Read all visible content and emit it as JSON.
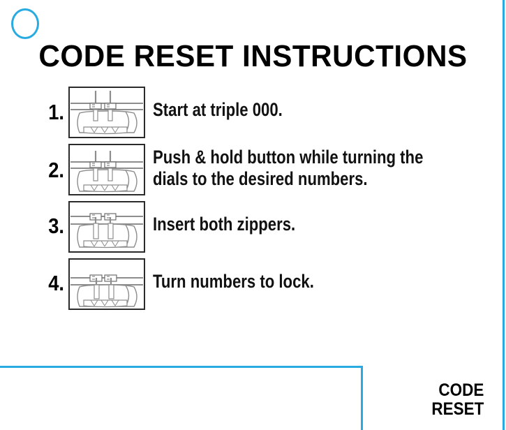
{
  "page": {
    "title": "CODE RESET INSTRUCTIONS",
    "background_color": "#ffffff",
    "accent_color": "#29ABE2",
    "text_color": "#000000"
  },
  "decorations": {
    "circle_icon": "circle-outline-icon",
    "corner_rule": "corner-rule",
    "right_rule": "vertical-rule"
  },
  "steps": [
    {
      "number": "1.",
      "text": "Start at triple 000.",
      "figure": "lock-zippers-raised-icon"
    },
    {
      "number": "2.",
      "text": "Push & hold button while turning the dials to the desired numbers.",
      "figure": "lock-zippers-lowered-icon"
    },
    {
      "number": "3.",
      "text": "Insert both zippers.",
      "figure": "lock-zippers-inserting-icon"
    },
    {
      "number": "4.",
      "text": "Turn numbers to lock.",
      "figure": "lock-zippers-locked-icon"
    }
  ],
  "brand": {
    "line1": "CODE",
    "line2": "RESET"
  }
}
